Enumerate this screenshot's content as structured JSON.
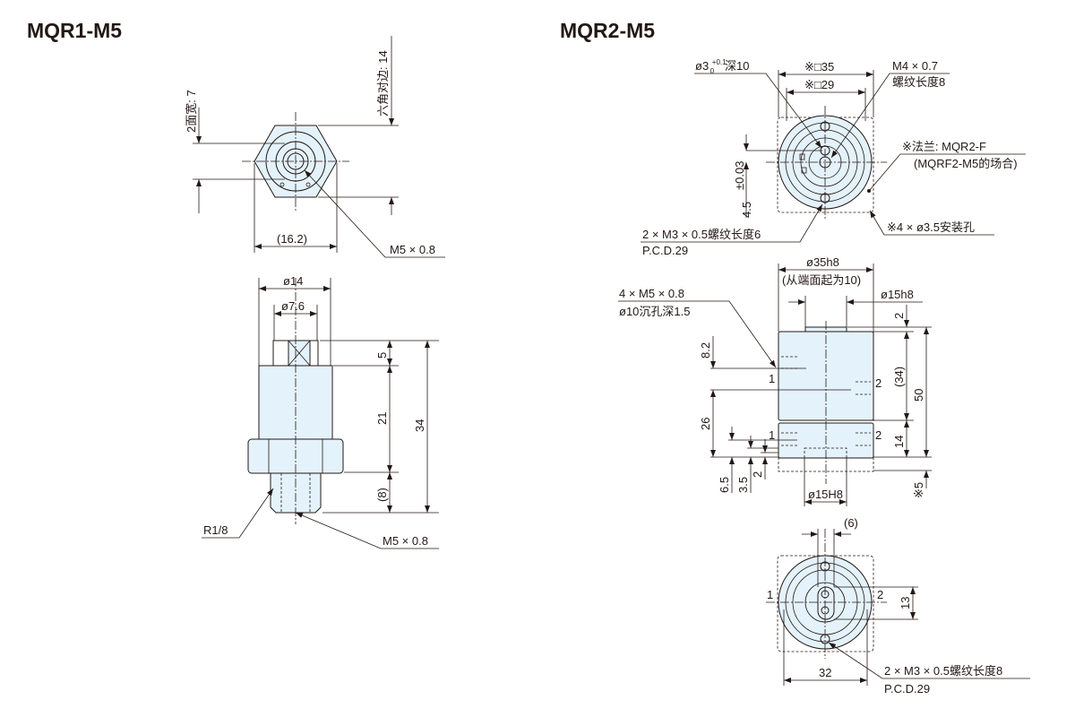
{
  "colors": {
    "part_fill": "#e4f2fb",
    "line": "#231815"
  },
  "left": {
    "title": "MQR1-M5",
    "top_view": {
      "width_across_flats_2": "2面宽: 7",
      "hex_across_flats": "六角对边: 14",
      "overall_width": "(16.2)",
      "thread_callout": "M5 × 0.8"
    },
    "side_view": {
      "dia_14": "ø14",
      "dia_7_6": "ø7.6",
      "dim_5": "5",
      "dim_21": "21",
      "dim_34": "34",
      "dim_8": "(8)",
      "pipe_thread": "R1/8",
      "thread_callout": "M5 × 0.8"
    }
  },
  "right": {
    "title": "MQR2-M5",
    "top_view": {
      "pin_hole": "ø3 ",
      "pin_tol_upper": "+0.1",
      "pin_tol_lower": "0",
      "pin_depth": "深10",
      "square_35": "※□35",
      "square_29": "※□29",
      "thread_m4": "M4 × 0.7",
      "thread_m4_len": "螺纹长度8",
      "flange": "※法兰: MQR2-F",
      "flange_note": "(MQRF2-M5的场合)",
      "offset": "4.5",
      "offset_tol": "±0.03",
      "thread_m3": "2 × M3 × 0.5螺纹长度6",
      "pcd": "P.C.D.29",
      "mount_holes": "※4 × ø3.5安装孔"
    },
    "side_view": {
      "dia_35": "ø35h8",
      "dia_35_note": "(从端面起为10)",
      "port_thread": "4 × M5 × 0.8",
      "port_cbore": "ø10沉孔深1.5",
      "dia_15h8": "ø15h8",
      "dim_2_top": "2",
      "dim_8_2": "8.2",
      "dim_34": "(34)",
      "dim_50": "50",
      "dim_26": "26",
      "dim_14": "14",
      "dim_6_5": "6.5",
      "dim_3_5": "3.5",
      "dim_2_bot": "2",
      "dim_5": "※5",
      "dia_15H8": "ø15H8",
      "port_1a": "1",
      "port_2a": "2",
      "port_1b": "1",
      "port_2b": "2"
    },
    "bottom_view": {
      "dim_6": "(6)",
      "port_1": "1",
      "port_2": "2",
      "dim_13": "13",
      "dim_32": "32",
      "thread_m3": "2 × M3 × 0.5螺纹长度8",
      "pcd": "P.C.D.29"
    }
  }
}
